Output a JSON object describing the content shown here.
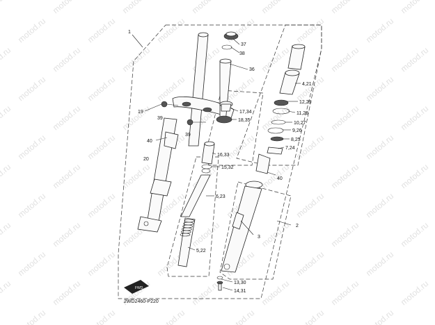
{
  "watermark": "motod.ru",
  "diagram_code": "2WD2460-P220",
  "arrow_badge": "FWD",
  "labels": {
    "l1": "1",
    "l2": "2",
    "l3": "3",
    "l37": "37",
    "l38": "38",
    "l36": "36",
    "l4_21": "4,21",
    "l12_29": "12,29",
    "l11_28": "11,28",
    "l10_27": "10,27",
    "l9_26": "9,26",
    "l8_25": "8,25",
    "l7_24": "7,24",
    "l17_34": "17,34",
    "l18_35": "18,35",
    "l16_33": "16,33",
    "l15_32": "15,32",
    "l6_23": "6,23",
    "l5_22": "5,22",
    "l13_30": "13,30",
    "l14_31": "14,31",
    "l19": "19",
    "l39a": "39",
    "l39b": "39",
    "l40a": "40",
    "l40b": "40",
    "l20": "20"
  }
}
